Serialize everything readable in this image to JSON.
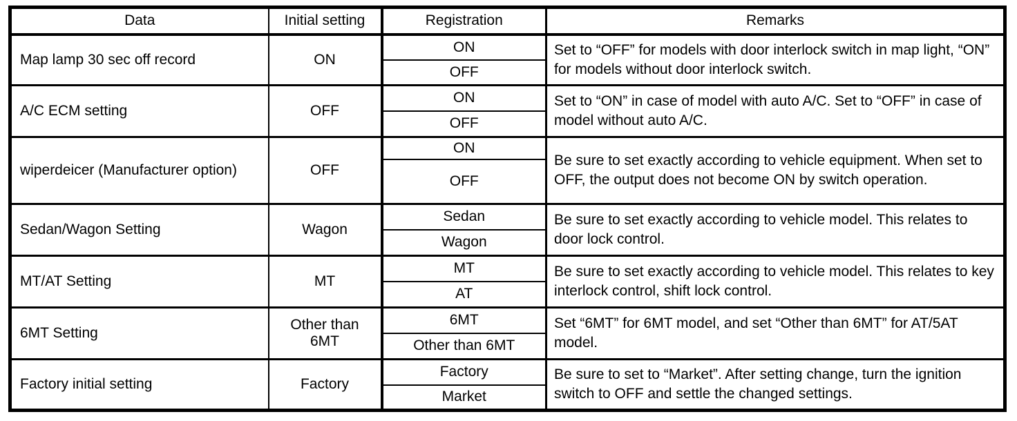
{
  "table": {
    "headers": {
      "data": "Data",
      "initial": "Initial setting",
      "registration": "Registration",
      "remarks": "Remarks"
    },
    "rows": [
      {
        "data": "Map lamp 30 sec off record",
        "initial": "ON",
        "reg1": "ON",
        "reg2": "OFF",
        "remarks": "Set to “OFF” for models with door interlock switch in map light, “ON” for models without door interlock switch."
      },
      {
        "data": "A/C ECM setting",
        "initial": "OFF",
        "reg1": "ON",
        "reg2": "OFF",
        "remarks": "Set to “ON” in case of model with auto A/C. Set to “OFF” in case of model without auto A/C."
      },
      {
        "data": "wiperdeicer (Manufacturer option)",
        "initial": "OFF",
        "reg1": "ON",
        "reg2": "OFF",
        "remarks": "Be sure to set exactly according to vehicle equipment. When set to OFF, the output does not become ON by switch operation."
      },
      {
        "data": "Sedan/Wagon Setting",
        "initial": "Wagon",
        "reg1": "Sedan",
        "reg2": "Wagon",
        "remarks": "Be sure to set exactly according to vehicle model. This relates to door lock control."
      },
      {
        "data": "MT/AT Setting",
        "initial": "MT",
        "reg1": "MT",
        "reg2": "AT",
        "remarks": "Be sure to set exactly according to vehicle model. This relates to key interlock control, shift lock control."
      },
      {
        "data": "6MT Setting",
        "initial": "Other than 6MT",
        "reg1": "6MT",
        "reg2": "Other than 6MT",
        "remarks": "Set “6MT” for 6MT model, and set “Other than 6MT” for AT/5AT model."
      },
      {
        "data": "Factory initial setting",
        "initial": "Factory",
        "reg1": "Factory",
        "reg2": "Market",
        "remarks": "Be sure to set to “Market”. After setting change, turn the ignition switch to OFF and settle the changed settings."
      }
    ]
  }
}
